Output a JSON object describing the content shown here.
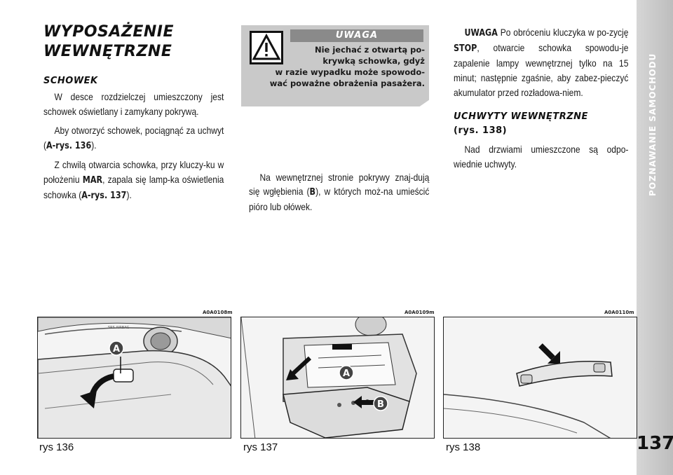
{
  "sidebar": {
    "title": "POZNAWANIE SAMOCHODU"
  },
  "page_number": "137",
  "col1": {
    "title_line1": "WYPOSAŻENIE",
    "title_line2": "WEWNĘTRZNE",
    "section_title": "SCHOWEK",
    "p1": "W desce rozdzielczej umieszczony jest schowek oświetlany i zamykany pokrywą.",
    "p2_a": "Aby otworzyć schowek, pociągnąć za uchwyt (",
    "p2_ref": "A-rys. 136",
    "p2_b": ").",
    "p3_a": "Z chwilą otwarcia schowka, przy kluczy-ku w położeniu ",
    "p3_mar": "MAR",
    "p3_b": ", zapala się lamp-ka oświetlenia schowka (",
    "p3_ref": "A-rys. 137",
    "p3_c": ")."
  },
  "warning": {
    "header": "UWAGA",
    "line1": "Nie jechać z otwartą po-",
    "line2": "krywką schowka, gdyż",
    "line3": "w razie wypadku może spowodo-",
    "line4": "wać poważne obrażenia pasażera."
  },
  "middle": {
    "p_a": "Na wewnętrznej stronie pokrywy znaj-dują się wgłębienia (",
    "p_ref": "B",
    "p_b": "), w których moż-na umieścić pióro lub ołówek."
  },
  "col3": {
    "p1_label": "UWAGA",
    "p1_a": " Po obróceniu kluczyka w po-zycję ",
    "p1_stop": "STOP",
    "p1_b": ", otwarcie schowka spowodu-je zapalenie lampy wewnętrznej tylko na 15 minut; następnie zgaśnie, aby zabez-pieczyć akumulator przed rozładowa-niem.",
    "section_title_line1": "UCHWYTY WEWNĘTRZNE",
    "section_title_line2": "(rys. 138)",
    "p2": "Nad drzwiami umieszczone są odpo-wiednie uchwyty."
  },
  "figures": [
    {
      "code": "A0A0108m",
      "caption": "rys 136",
      "label_a": "A",
      "text": "SRS AIRBAG"
    },
    {
      "code": "A0A0109m",
      "caption": "rys 137",
      "label_a": "A",
      "label_b": "B"
    },
    {
      "code": "A0A0110m",
      "caption": "rys 138"
    }
  ]
}
